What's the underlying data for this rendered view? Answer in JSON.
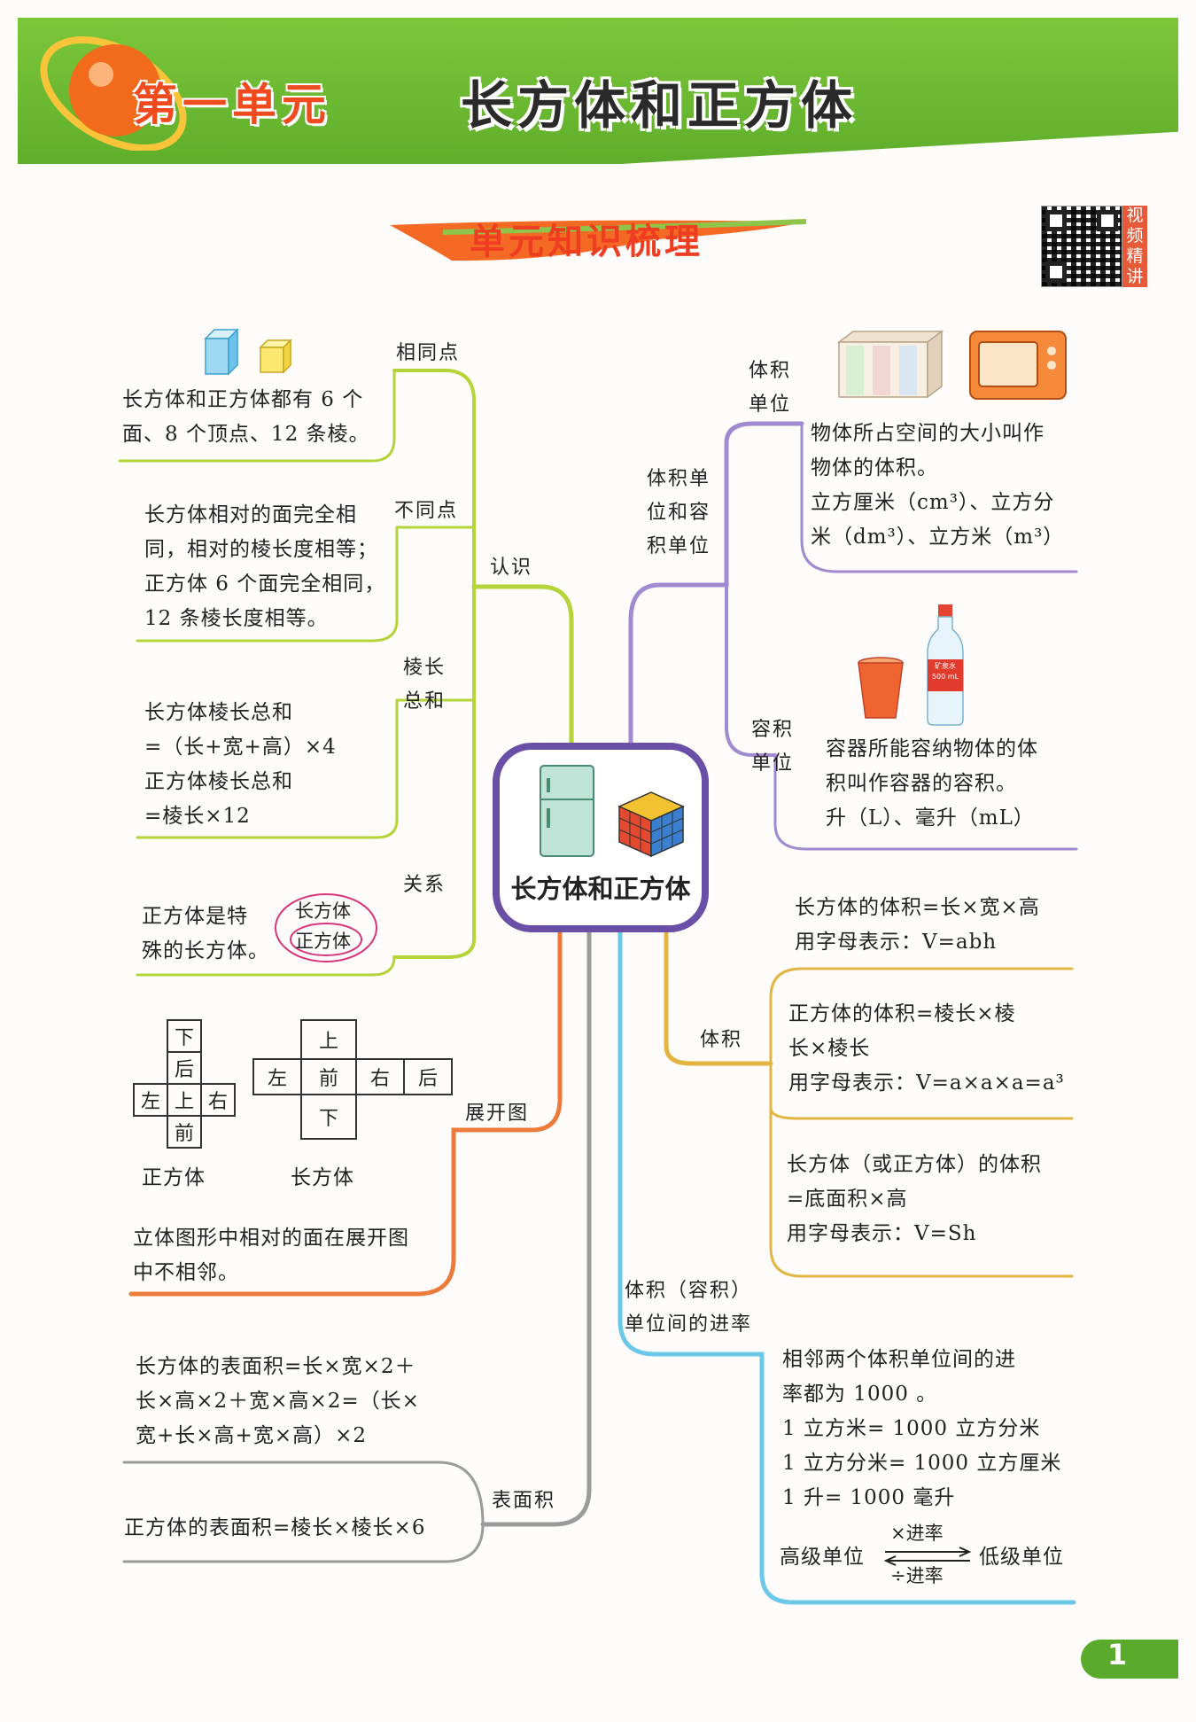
{
  "header": {
    "unit": "第一单元",
    "title": "长方体和正方体",
    "section": "单元知识梳理",
    "qr_side": [
      "视",
      "频",
      "精",
      "讲"
    ]
  },
  "center": {
    "label": "长方体和正方体"
  },
  "left": {
    "recognize": "认识",
    "same": {
      "label": "相同点",
      "text": [
        "长方体和正方体都有 6 个",
        "面、8 个顶点、12 条棱。"
      ]
    },
    "diff": {
      "label": "不同点",
      "text": [
        "长方体相对的面完全相",
        "同，相对的棱长度相等；",
        "正方体 6 个面完全相同，",
        "12 条棱长度相等。"
      ]
    },
    "edge": {
      "label": [
        "棱长",
        "总和"
      ],
      "text": [
        "长方体棱长总和",
        "=（长+宽+高）×4",
        "正方体棱长总和",
        "=棱长×12"
      ]
    },
    "relation": {
      "label": "关系",
      "text": [
        "正方体是特",
        "殊的长方体。"
      ],
      "outer": "长方体",
      "inner": "正方体"
    },
    "unfold": {
      "label": "展开图",
      "cube_net": [
        "下",
        "后",
        "左",
        "上",
        "右",
        "前"
      ],
      "cube_caption": "正方体",
      "cuboid_net": [
        "上",
        "左",
        "前",
        "右",
        "后",
        "下"
      ],
      "cuboid_caption": "长方体",
      "text": [
        "立体图形中相对的面在展开图",
        "中不相邻。"
      ]
    },
    "surface": {
      "label": "表面积",
      "cuboid": [
        "长方体的表面积=长×宽×2＋",
        "长×高×2＋宽×高×2=（长×",
        "宽+长×高+宽×高）×2"
      ],
      "cube": "正方体的表面积=棱长×棱长×6"
    }
  },
  "right": {
    "units": {
      "label": [
        "体积单",
        "位和容",
        "积单位"
      ],
      "volume_unit": {
        "label": [
          "体积",
          "单位"
        ],
        "text": [
          "物体所占空间的大小叫作",
          "物体的体积。",
          "立方厘米（cm³）、立方分",
          "米（dm³）、立方米（m³）"
        ]
      },
      "capacity_unit": {
        "label": [
          "容积",
          "单位"
        ],
        "text": [
          "容器所能容纳物体的体",
          "积叫作容器的容积。",
          "升（L）、毫升（mL）"
        ],
        "bottle": [
          "矿泉水",
          "500 mL"
        ]
      }
    },
    "volume": {
      "label": "体积",
      "cuboid": [
        "长方体的体积=长×宽×高",
        "用字母表示：V=abh"
      ],
      "cube": [
        "正方体的体积=棱长×棱",
        "长×棱长",
        "用字母表示：V=a×a×a=a³"
      ],
      "general": [
        "长方体（或正方体）的体积",
        "=底面积×高",
        "用字母表示：V=Sh"
      ]
    },
    "rate": {
      "label": [
        "体积（容积）",
        "单位间的进率"
      ],
      "text": [
        "相邻两个体积单位间的进",
        "率都为 1000 。",
        "1 立方米= 1000 立方分米",
        "1 立方分米= 1000 立方厘米",
        "1 升= 1000 毫升"
      ],
      "high": "高级单位",
      "low": "低级单位",
      "times": "×进率",
      "divide": "÷进率"
    }
  },
  "page": {
    "number": "1"
  },
  "colors": {
    "banner": "#6cbb32",
    "center_border": "#6a4fa6",
    "green_branch": "#b4d43a",
    "purple_branch": "#a08ad0",
    "orange_branch": "#ec7a3a",
    "gold_branch": "#e2b441",
    "cyan_branch": "#6cc8e8",
    "grey_branch": "#9b9b9b"
  }
}
